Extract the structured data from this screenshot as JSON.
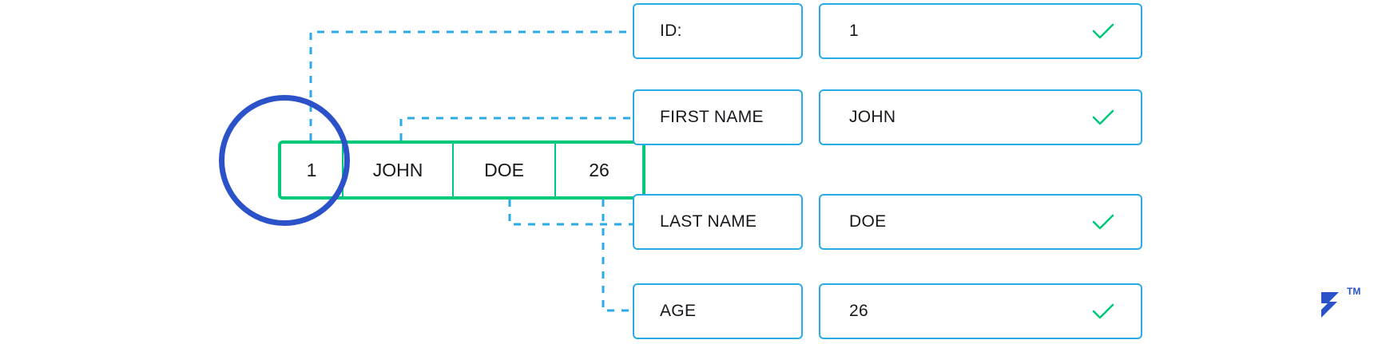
{
  "colors": {
    "green_record": "#00c87a",
    "light_blue": "#29abe8",
    "circle_blue": "#2b52c8",
    "dashed_connector": "#29abe8",
    "check_green": "#00c87a",
    "text": "#16181c"
  },
  "record": {
    "name": "database-record-row",
    "cells": [
      {
        "value": "1"
      },
      {
        "value": ""
      },
      {
        "value": "JOHN"
      },
      {
        "value": "DOE"
      },
      {
        "value": "26"
      }
    ]
  },
  "magnifier": {
    "name": "magnifier-circle",
    "focus": "1"
  },
  "fields": [
    {
      "label": "ID:",
      "value": "1",
      "status_icon": "check-icon",
      "validated": true
    },
    {
      "label": "FIRST NAME",
      "value": "JOHN",
      "status_icon": "check-icon",
      "validated": true
    },
    {
      "label": "LAST NAME",
      "value": "DOE",
      "status_icon": "check-icon",
      "validated": true
    },
    {
      "label": "AGE",
      "value": "26",
      "status_icon": "check-icon",
      "validated": true
    }
  ],
  "brand": {
    "name": "toptal-logo",
    "trademark": "TM"
  }
}
